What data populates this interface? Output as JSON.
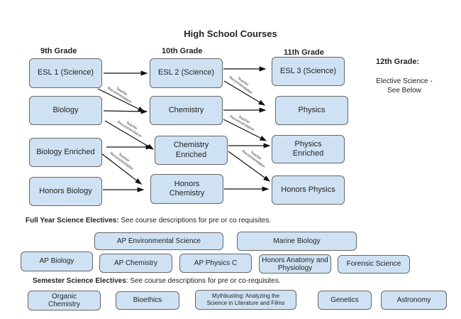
{
  "title": "High School Courses",
  "grades": {
    "g9": "9th Grade",
    "g10": "10th Grade",
    "g11": "11th Grade",
    "g12": "12th Grade:"
  },
  "g12_note": [
    "Elective Science -",
    "See Below"
  ],
  "courses": {
    "esl1": "ESL 1 (Science)",
    "biology": "Biology",
    "bio_enriched": "Biology Enriched",
    "honors_bio": "Honors Biology",
    "esl2": "ESL 2 (Science)",
    "chemistry": "Chemistry",
    "chem_enriched": [
      "Chemistry",
      "Enriched"
    ],
    "honors_chem": [
      "Honors",
      "Chemistry"
    ],
    "esl3": "ESL 3 (Science)",
    "physics": "Physics",
    "physics_enriched": [
      "Physics",
      "Enriched"
    ],
    "honors_physics": "Honors Physics"
  },
  "recommendation": [
    "Teacher",
    "Recommendation"
  ],
  "full_year": {
    "heading": "Full Year Science Electives:",
    "note": " See course descriptions for pre or co requisites.",
    "items": [
      "AP Environmental Science",
      "Marine Biology",
      "AP Biology",
      "AP Chemistry",
      "AP Physics C",
      "Honors Anatomy and Physiology",
      "Forensic Science"
    ]
  },
  "semester": {
    "heading": "Semester Science Electives",
    "note": ": See course descriptions for pre or co-requisites.",
    "items": [
      "Organic Chemistry",
      "Bioethics",
      "Mythbusting: Analyzing the Science in Literature and Films",
      "Genetics",
      "Astronomy"
    ]
  }
}
